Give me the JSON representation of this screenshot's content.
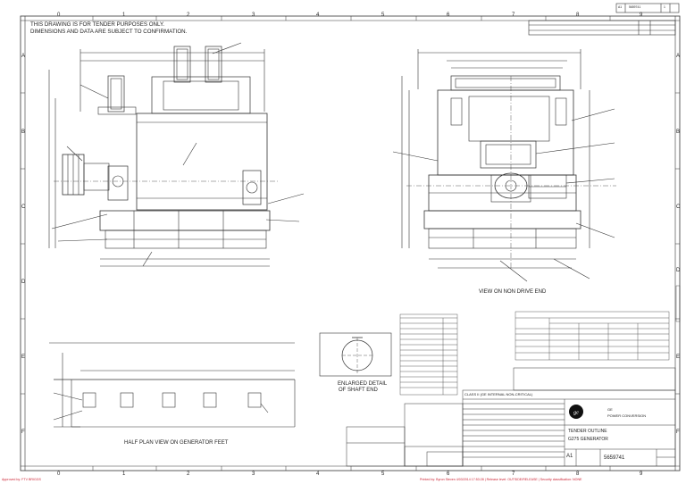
{
  "header": {
    "notice_line1": "THIS DRAWING IS FOR TENDER PURPOSES ONLY.",
    "notice_line2": "DIMENSIONS AND DATA ARE SUBJECT TO CONFIRMATION."
  },
  "sheet_info": {
    "size": "A1",
    "sheet_no": "5659741",
    "sheet_count": "1"
  },
  "grid": {
    "columns": [
      "0",
      "1",
      "2",
      "3",
      "4",
      "5",
      "6",
      "7",
      "8",
      "9"
    ],
    "rows": [
      "A",
      "B",
      "C",
      "D",
      "E",
      "F"
    ]
  },
  "views": {
    "non_drive_end": "VIEW ON NON DRIVE END",
    "half_plan": "HALF PLAN VIEW ON GENERATOR FEET",
    "shaft_detail_line1": "ENLARGED DETAIL",
    "shaft_detail_line2": "OF SHAFT END"
  },
  "title_block": {
    "class_line": "CLASS II (GE INTERNAL NON-CRITICAL)",
    "company_line1": "GE",
    "company_line2": "POWER CONVERSION",
    "title_line1": "TENDER OUTLINE",
    "title_line2": "G275 GENERATOR",
    "size": "A1",
    "drawing_no": "5659741"
  },
  "footer": {
    "approved_by": "Approved by: FTV BRIGGS",
    "printed_by": "Printed by: Byron Steven 4/03/2014 17:53:28 | Release level: OUTSIDE/RELEASE | Security classification: NONE"
  }
}
